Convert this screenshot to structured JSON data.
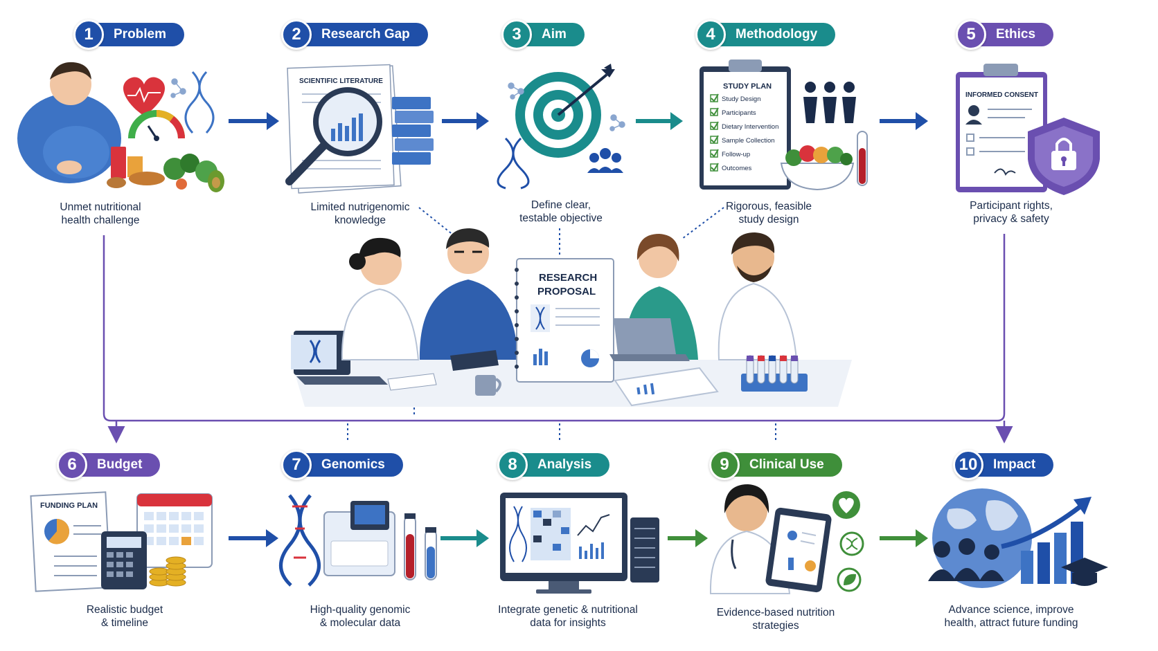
{
  "steps": [
    {
      "num": "1",
      "label": "Problem",
      "color": "#1f4fa8",
      "caption": [
        "Unmet nutritional",
        "health challenge"
      ]
    },
    {
      "num": "2",
      "label": "Research Gap",
      "color": "#1f4fa8",
      "caption": [
        "Limited nutrigenomic",
        "knowledge"
      ]
    },
    {
      "num": "3",
      "label": "Aim",
      "color": "#1a8c8c",
      "caption": [
        "Define clear,",
        "testable objective"
      ]
    },
    {
      "num": "4",
      "label": "Methodology",
      "color": "#1a8c8c",
      "caption": [
        "Rigorous, feasible",
        "study design"
      ]
    },
    {
      "num": "5",
      "label": "Ethics",
      "color": "#6a4fb0",
      "caption": [
        "Participant rights,",
        "privacy & safety"
      ]
    },
    {
      "num": "6",
      "label": "Budget",
      "color": "#6a4fb0",
      "caption": [
        "Realistic budget",
        "& timeline"
      ]
    },
    {
      "num": "7",
      "label": "Genomics",
      "color": "#1f4fa8",
      "caption": [
        "High-quality genomic",
        "& molecular data"
      ]
    },
    {
      "num": "8",
      "label": "Analysis",
      "color": "#1a8c8c",
      "caption": [
        "Integrate genetic & nutritional",
        "data for insights"
      ]
    },
    {
      "num": "9",
      "label": "Clinical Use",
      "color": "#3f8f3a",
      "caption": [
        "Evidence-based nutrition",
        "strategies"
      ]
    },
    {
      "num": "10",
      "label": "Impact",
      "color": "#1f4fa8",
      "caption": [
        "Advance science, improve",
        "health, attract future funding"
      ]
    }
  ],
  "icons": {
    "literature_label": "SCIENTIFIC LITERATURE",
    "study_plan": {
      "title": "STUDY PLAN",
      "items": [
        "Study Design",
        "Participants",
        "Dietary Intervention",
        "Sample Collection",
        "Follow-up",
        "Outcomes"
      ]
    },
    "consent_label": "INFORMED CONSENT",
    "proposal_label": [
      "RESEARCH",
      "PROPOSAL"
    ],
    "funding_label": "FUNDING PLAN"
  }
}
